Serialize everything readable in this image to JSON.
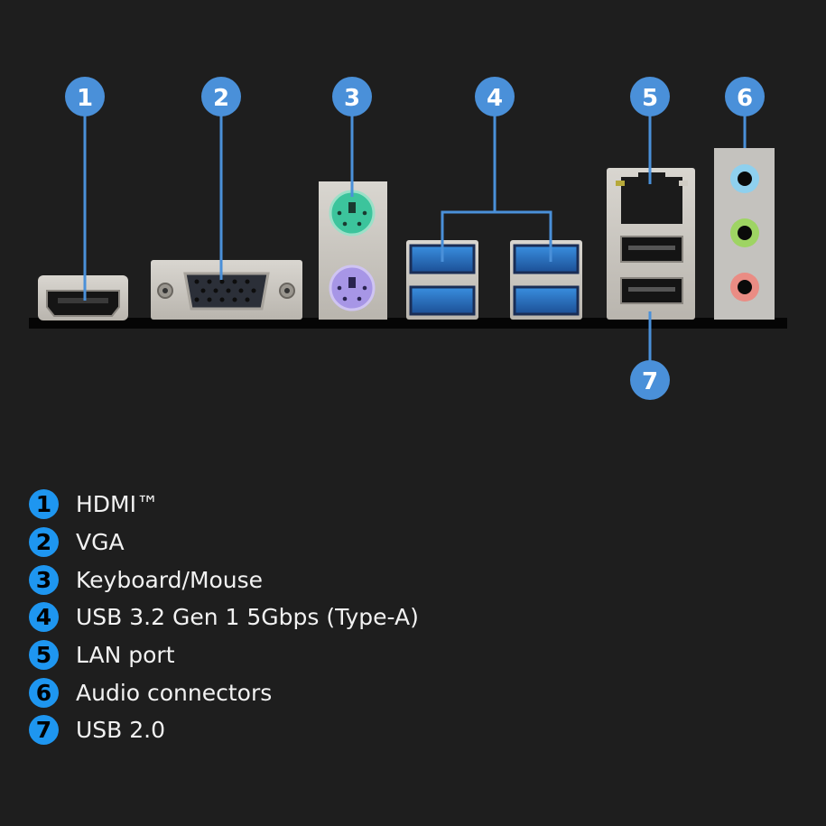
{
  "colors": {
    "background": "#1e1e1e",
    "callout": "#4a90d9",
    "legend_badge": "#1e96f0",
    "text": "#f2f2f2"
  },
  "callouts": [
    {
      "num": "1"
    },
    {
      "num": "2"
    },
    {
      "num": "3"
    },
    {
      "num": "4"
    },
    {
      "num": "5"
    },
    {
      "num": "6"
    },
    {
      "num": "7"
    }
  ],
  "legend": [
    {
      "num": "1",
      "label": "HDMI™"
    },
    {
      "num": "2",
      "label": "VGA"
    },
    {
      "num": "3",
      "label": "Keyboard/Mouse"
    },
    {
      "num": "4",
      "label": "USB 3.2 Gen 1 5Gbps (Type-A)"
    },
    {
      "num": "5",
      "label": "LAN port"
    },
    {
      "num": "6",
      "label": "Audio connectors"
    },
    {
      "num": "7",
      "label": "USB 2.0"
    }
  ]
}
